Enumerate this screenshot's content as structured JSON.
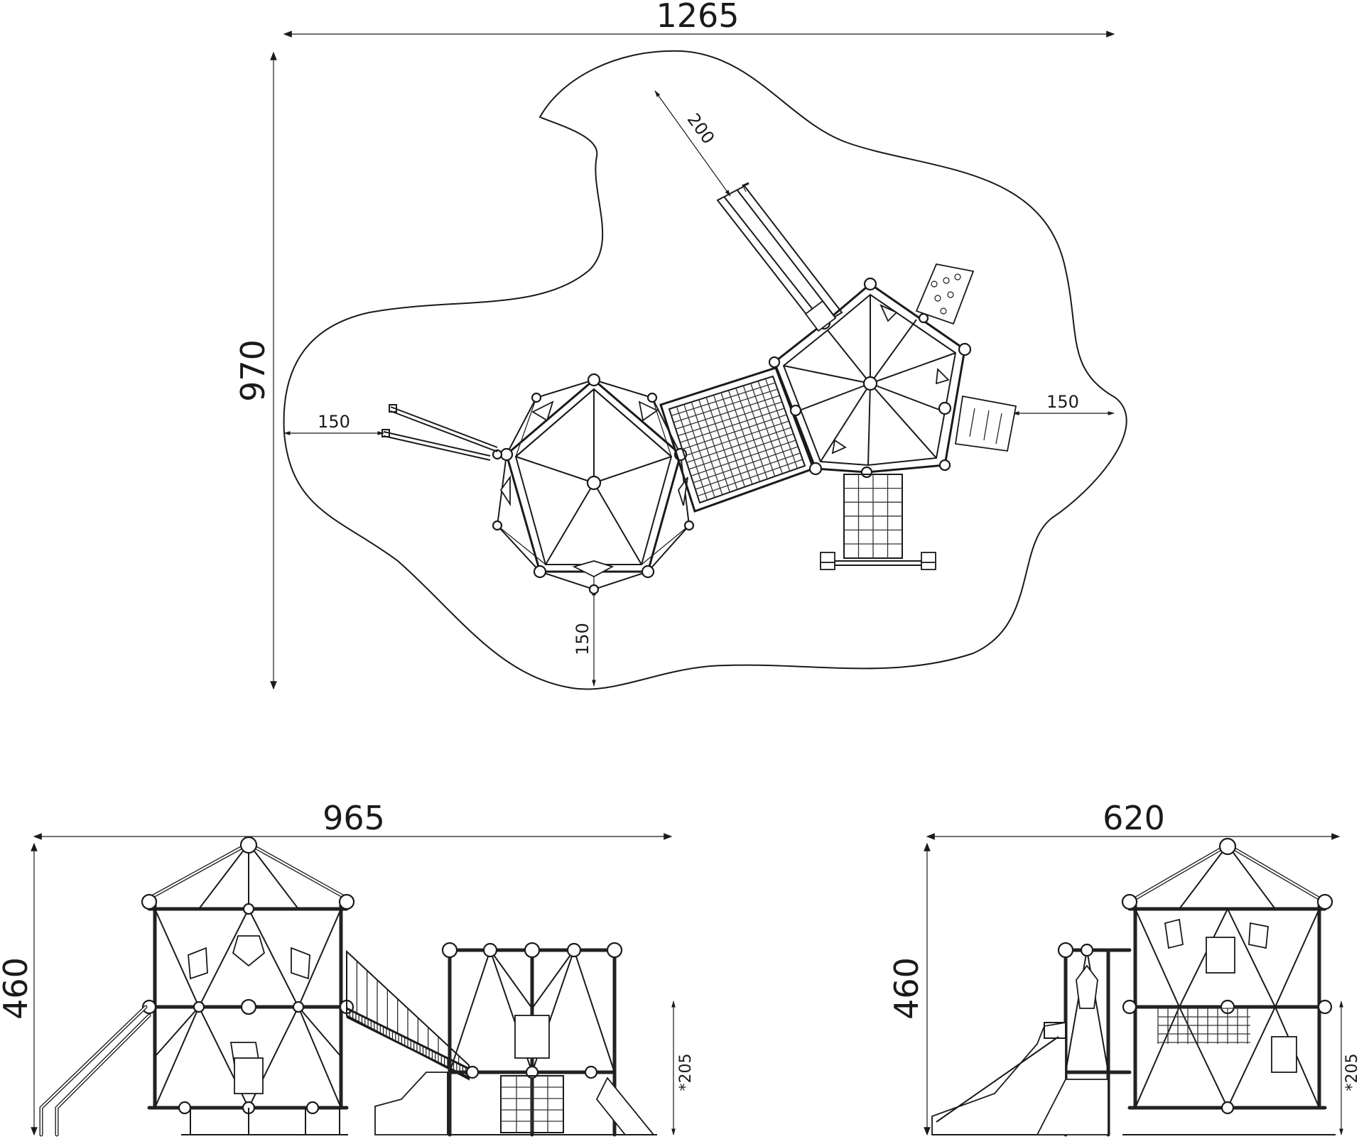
{
  "dimensions": {
    "plan_width": "1265",
    "plan_height": "970",
    "slide_clearance": "200",
    "right_clearance": "150",
    "left_clearance": "150",
    "bottom_clearance": "150",
    "side_view_width": "965",
    "side_view_height": "460",
    "side_view_platform": "*205",
    "front_view_width": "620",
    "front_view_height": "460",
    "front_view_platform": "*205"
  },
  "colors": {
    "line": "#1a1a1a",
    "background": "#ffffff"
  }
}
